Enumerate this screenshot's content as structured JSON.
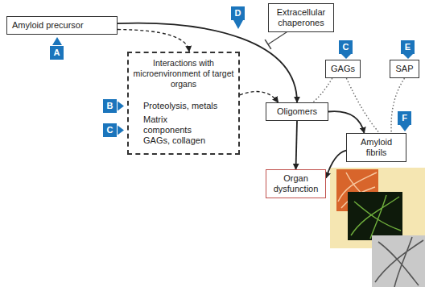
{
  "diagram": {
    "nodes": [
      {
        "text": [
          "Amyloid precursor"
        ]
      },
      {
        "text": [
          "Interactions with microenvironment of target organs",
          "Proteolysis, metals",
          "Matrix components GAGs, collagen"
        ]
      },
      {
        "text": [
          "Extracellular chaperones"
        ]
      },
      {
        "text": [
          "GAGs"
        ]
      },
      {
        "text": [
          "SAP"
        ]
      },
      {
        "text": [
          "Oligomers"
        ]
      },
      {
        "text": [
          "Amyloid fibrils"
        ]
      },
      {
        "text": [
          "Organ dysfunction"
        ]
      }
    ],
    "edges": [
      {
        "from": 0,
        "to": 5,
        "arrow": "to"
      },
      {
        "from": 0,
        "to": 1,
        "arrow": "to"
      },
      {
        "from": 1,
        "to": 5,
        "arrow": "to"
      },
      {
        "from": 3,
        "to": 5,
        "arrow": "none"
      },
      {
        "from": 3,
        "to": 6,
        "arrow": "none"
      },
      {
        "from": 4,
        "to": 6,
        "arrow": "none"
      },
      {
        "from": 5,
        "to": 6,
        "arrow": "to"
      },
      {
        "from": 5,
        "to": 7,
        "arrow": "to"
      },
      {
        "from": 6,
        "to": 7,
        "arrow": "to"
      }
    ],
    "labels": [
      "A",
      "D",
      "C",
      "E",
      "B",
      "C",
      "F"
    ]
  }
}
